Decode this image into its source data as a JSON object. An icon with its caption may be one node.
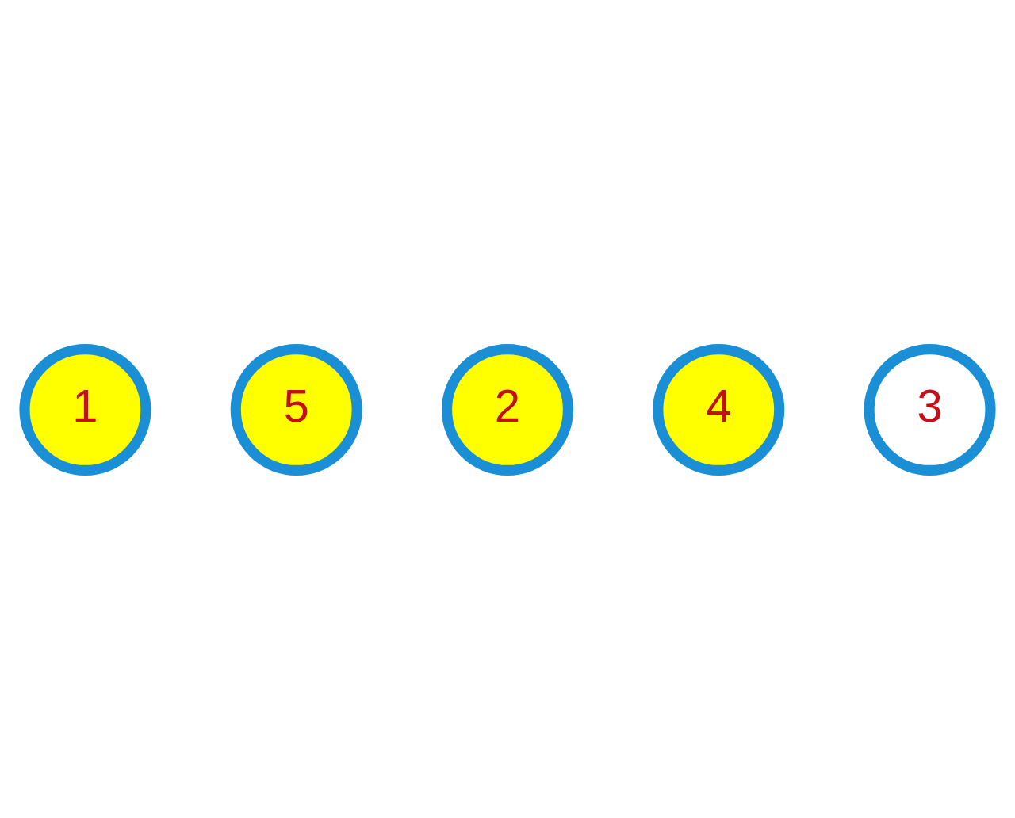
{
  "diagram": {
    "nodes": [
      {
        "text": [
          "1"
        ]
      },
      {
        "text": [
          "2"
        ]
      },
      {
        "text": [
          "3"
        ]
      },
      {
        "text": [
          "4"
        ]
      },
      {
        "text": [
          "5"
        ]
      }
    ],
    "edges": []
  }
}
